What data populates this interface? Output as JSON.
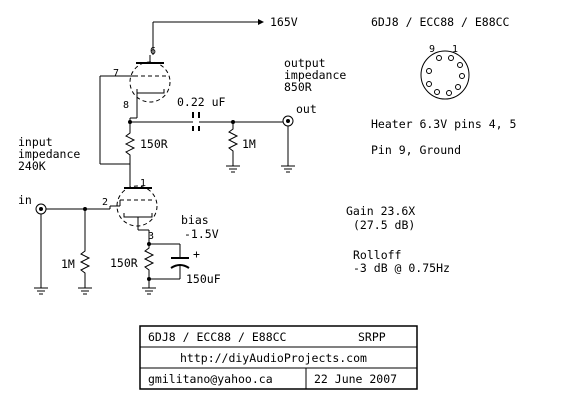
{
  "supply": {
    "label": "165V"
  },
  "tube_names": "6DJ8 / ECC88 / E88CC",
  "pinout": {
    "pin_left": "9",
    "pin_right": "1"
  },
  "heater_note": "Heater 6.3V pins 4, 5",
  "ground_note": "Pin 9, Ground",
  "output_impedance": {
    "line1": "output",
    "line2": "impedance",
    "line3": "850R"
  },
  "input_impedance": {
    "line1": "input",
    "line2": "impedance",
    "line3": "240K"
  },
  "coupling_cap": "0.22 uF",
  "out_label": "out",
  "in_label": "in",
  "r_upper": "150R",
  "r_out_load": "1M",
  "r_grid": "1M",
  "r_cathode": "150R",
  "c_bypass": "150uF",
  "c_plus": "+",
  "bias": {
    "line1": "bias",
    "line2": "-1.5V"
  },
  "gain": {
    "line1": "Gain 23.6X",
    "line2": "(27.5 dB)"
  },
  "rolloff": {
    "line1": "Rolloff",
    "line2": "-3 dB @ 0.75Hz"
  },
  "pins": {
    "p6": "6",
    "p7": "7",
    "p8": "8",
    "p1": "1",
    "p2": "2",
    "p3": "3"
  },
  "titleblock": {
    "title": "6DJ8 / ECC88 / E88CC",
    "type": "SRPP",
    "url": "http://diyAudioProjects.com",
    "email": "gmilitano@yahoo.ca",
    "date": "22 June 2007"
  }
}
